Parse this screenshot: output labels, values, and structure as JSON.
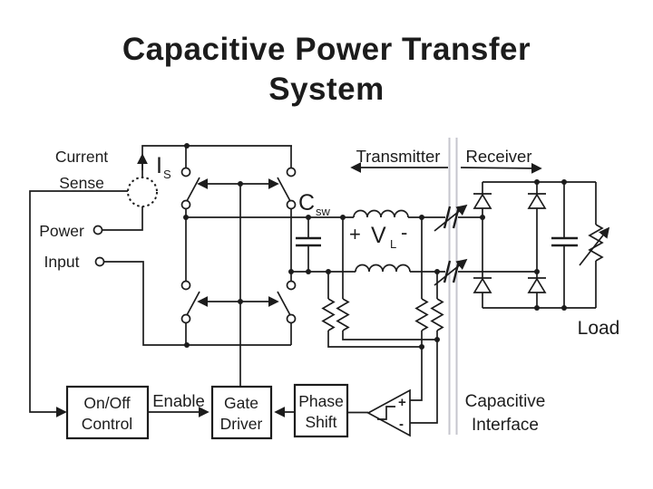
{
  "slide": {
    "title_line1": "Capacitive Power Transfer",
    "title_line2": "System",
    "background": "#ffffff"
  },
  "diagram": {
    "ink_color": "#1c1c1c",
    "source": {
      "current_sense_line1": "Current",
      "current_sense_line2": "Sense",
      "power_label": "Power",
      "input_label": "Input",
      "sense_current_symbol": "I",
      "sense_current_subscript": "S"
    },
    "inverter": {
      "switch_cap_symbol": "C",
      "switch_cap_subscript": "sw",
      "vl_plus": "+",
      "vl_symbol": "V",
      "vl_subscript": "L",
      "vl_minus": "-"
    },
    "interface": {
      "transmitter_label": "Transmitter",
      "receiver_label": "Receiver",
      "caption_line1": "Capacitive",
      "caption_line2": "Interface",
      "caption_color": "#2b2bcc",
      "barrier_color": "#c6c6ce"
    },
    "receiver": {
      "load_label": "Load"
    },
    "control": {
      "onoff_line1": "On/Off",
      "onoff_line2": "Control",
      "enable_label": "Enable",
      "gate_line1": "Gate",
      "gate_line2": "Driver",
      "phase_line1": "Phase",
      "phase_line2": "Shift",
      "comparator_plus": "+",
      "comparator_minus": "-"
    }
  }
}
